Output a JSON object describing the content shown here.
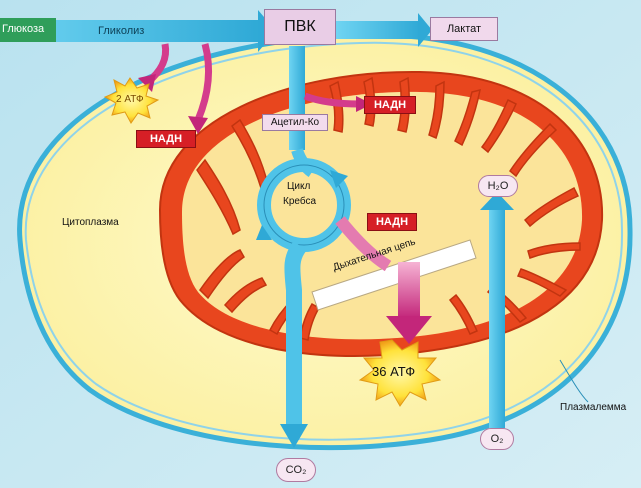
{
  "labels": {
    "glucose": "Глюкоза",
    "glycolysis": "Гликолиз",
    "pvk": "ПВК",
    "lactate": "Лактат",
    "atp_small": "2 АТФ",
    "nadh_1": "НАДН",
    "nadh_2": "НАДН",
    "nadh_3": "НАДН",
    "acetyl": "Ацетил-Ко",
    "krebs_line1": "Цикл",
    "krebs_line2": "Кребса",
    "cytoplasm": "Цитоплазма",
    "resp_chain": "Дыхательная цепь",
    "atp_big": "36 АТФ",
    "h2o": "H₂O",
    "o2": "O₂",
    "co2": "CO₂",
    "plasmalemma": "Плазмалемма"
  },
  "colors": {
    "cell_fill": "#fdf6b4",
    "cell_outside": "#c5e8f2",
    "membrane_blue": "#3ab0d8",
    "mito_red": "#e8461e",
    "mito_inner": "#fbe49a",
    "arrow_blue": "#4fc3e8",
    "arrow_pink": "#c3267a",
    "box_pvk": "#e9cde6",
    "nadh_red": "#d61f26",
    "atp_yellow": "#ffe23a"
  }
}
